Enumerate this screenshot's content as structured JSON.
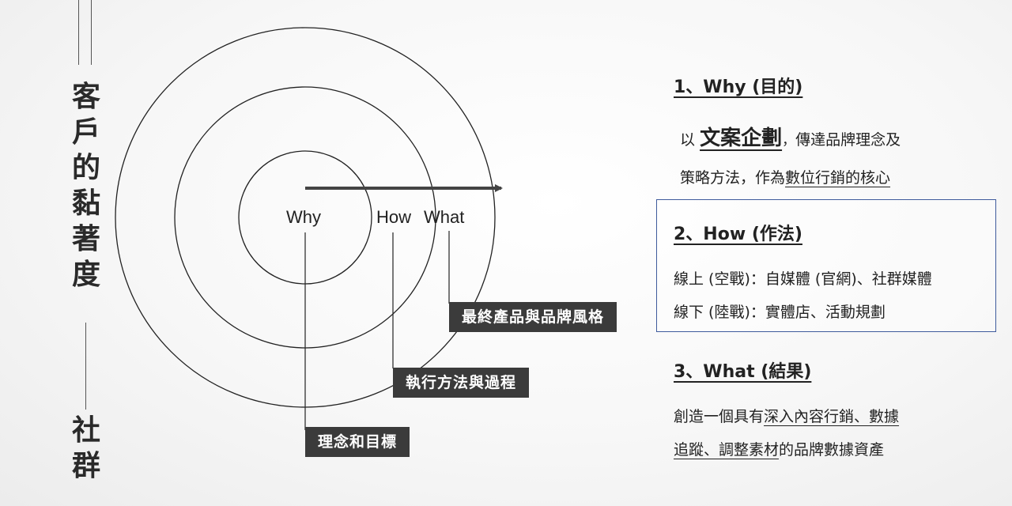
{
  "left_title": {
    "chars_top": [
      "客",
      "戶",
      "的",
      "黏",
      "著",
      "度"
    ],
    "chars_bottom": [
      "社",
      "群"
    ]
  },
  "diagram": {
    "circle_labels": {
      "why": "Why",
      "how": "How",
      "what": "What"
    },
    "tags": {
      "what": "最終產品與品牌風格",
      "how": "執行方法與過程",
      "why": "理念和目標"
    }
  },
  "section1": {
    "title": "1、Why (目的)",
    "line1_prefix": "以",
    "line1_emphasis": "文案企劃",
    "line1_sep": "，",
    "line1_suffix": "傳達品牌理念及",
    "line2_prefix": "策略方法，作為",
    "line2_underlined": "數位行銷的核心"
  },
  "section2": {
    "title": "2、How (作法)",
    "line1": "線上 (空戰)：自媒體 (官網)、社群媒體",
    "line2": "線下 (陸戰)：實體店、活動規劃"
  },
  "section3": {
    "title": "3、What (結果)",
    "line1_prefix": "創造一個具有",
    "line1_underlined": "深入內容行銷、數據",
    "line2_underlined": "追蹤、調整素材",
    "line2_suffix": "的品牌數據資產"
  },
  "colors": {
    "tag_bg": "#3b3b3b",
    "box_border": "#3f5b9c",
    "text": "#222222"
  }
}
